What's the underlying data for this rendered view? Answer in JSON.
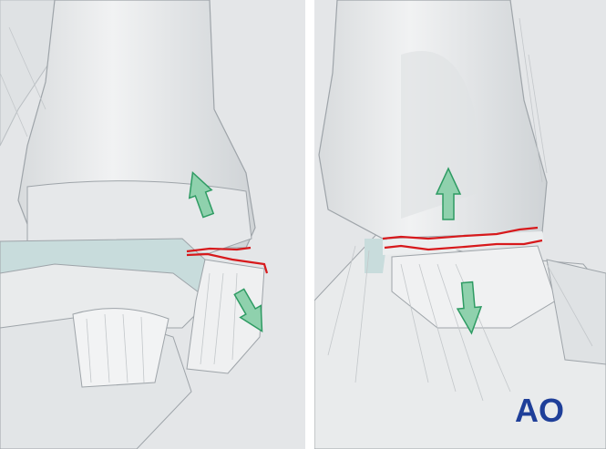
{
  "figure": {
    "panels": [
      {
        "view": "left",
        "fracture_line_count": 2,
        "arrows": [
          "up",
          "down"
        ]
      },
      {
        "view": "right",
        "fracture_line_count": 2,
        "arrows": [
          "up",
          "down"
        ]
      }
    ],
    "logo": {
      "text": "AO"
    }
  },
  "colors": {
    "background_tissue": "#dcdfe1",
    "bone": "#eceeef",
    "cartilage": "#c8dcdc",
    "fracture_line": "#d7191c",
    "arrow_fill": "#8fd1ad",
    "arrow_stroke": "#2e9b63",
    "logo": "#1f3f99"
  }
}
